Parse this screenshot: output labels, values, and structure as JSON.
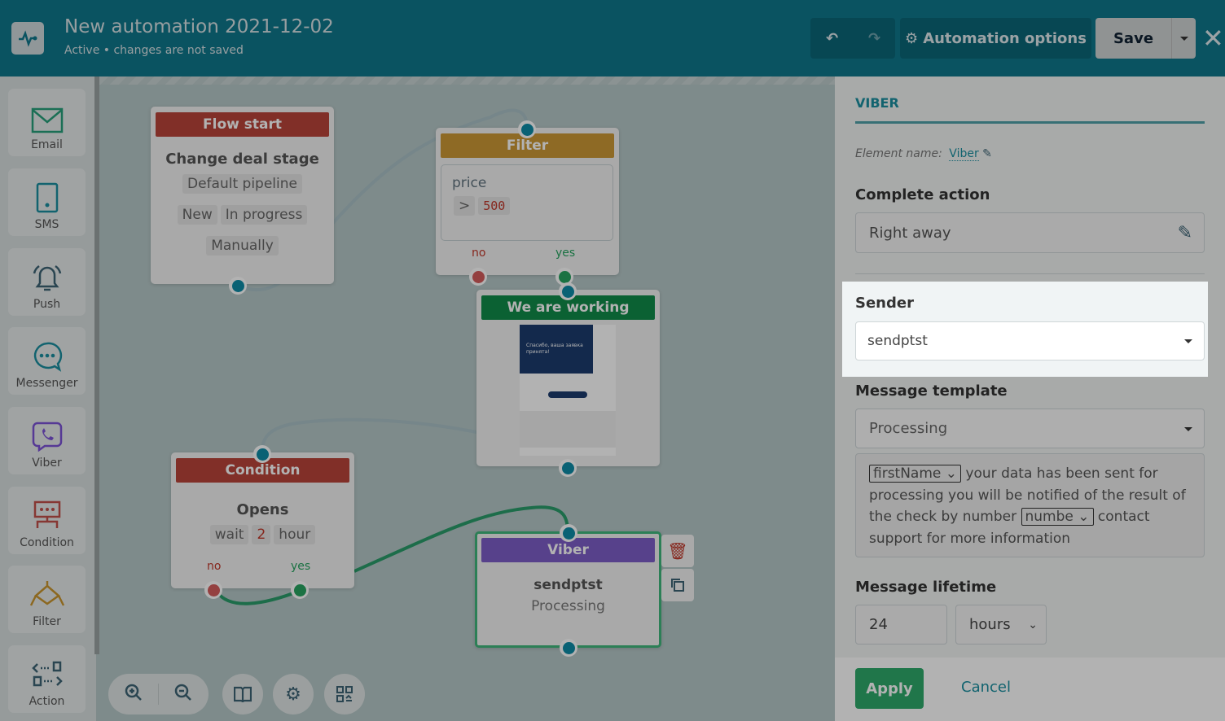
{
  "header": {
    "title": "New automation 2021-12-02",
    "status": "Active",
    "status_note": "changes are not saved",
    "automation_options": "Automation options",
    "save": "Save"
  },
  "sidebar": {
    "items": [
      {
        "label": "Email",
        "icon": "envelope-icon"
      },
      {
        "label": "SMS",
        "icon": "phone-icon"
      },
      {
        "label": "Push",
        "icon": "bell-icon"
      },
      {
        "label": "Messenger",
        "icon": "chat-icon"
      },
      {
        "label": "Viber",
        "icon": "viber-icon"
      },
      {
        "label": "Condition",
        "icon": "condition-icon"
      },
      {
        "label": "Filter",
        "icon": "filter-icon"
      },
      {
        "label": "Action",
        "icon": "action-icon"
      }
    ]
  },
  "nodes": {
    "flow_start": {
      "title": "Flow start",
      "event": "Change deal stage",
      "pipeline": "Default pipeline",
      "from": "New",
      "to": "In progress",
      "mode": "Manually"
    },
    "filter": {
      "title": "Filter",
      "field": "price",
      "op": ">",
      "value": "500",
      "no": "no",
      "yes": "yes"
    },
    "email": {
      "title": "We are working",
      "preview_text": "Спасибо, ваша заявка принята!"
    },
    "condition": {
      "title": "Condition",
      "event": "Opens",
      "wait": "wait",
      "amount": "2",
      "unit": "hour",
      "no": "no",
      "yes": "yes"
    },
    "viber": {
      "title": "Viber",
      "sender": "sendptst",
      "template": "Processing"
    }
  },
  "panel": {
    "section": "VIBER",
    "element_name_label": "Element name:",
    "element_name": "Viber",
    "complete_action_label": "Complete action",
    "complete_action": "Right away",
    "sender_label": "Sender",
    "sender": "sendptst",
    "template_label": "Message template",
    "template": "Processing",
    "msg": {
      "var1": "firstName",
      "t1": "your data has been sent for processing you will be notified of the result of the check by number",
      "var2": "numbe",
      "t2": "contact support for more information"
    },
    "lifetime_label": "Message lifetime",
    "lifetime_value": "24",
    "lifetime_unit": "hours",
    "apply": "Apply",
    "cancel": "Cancel"
  },
  "colors": {
    "header": "#0f778c",
    "accent": "#1a8fa0",
    "apply": "#2eaa6a",
    "viber": "#7d5ec8"
  }
}
